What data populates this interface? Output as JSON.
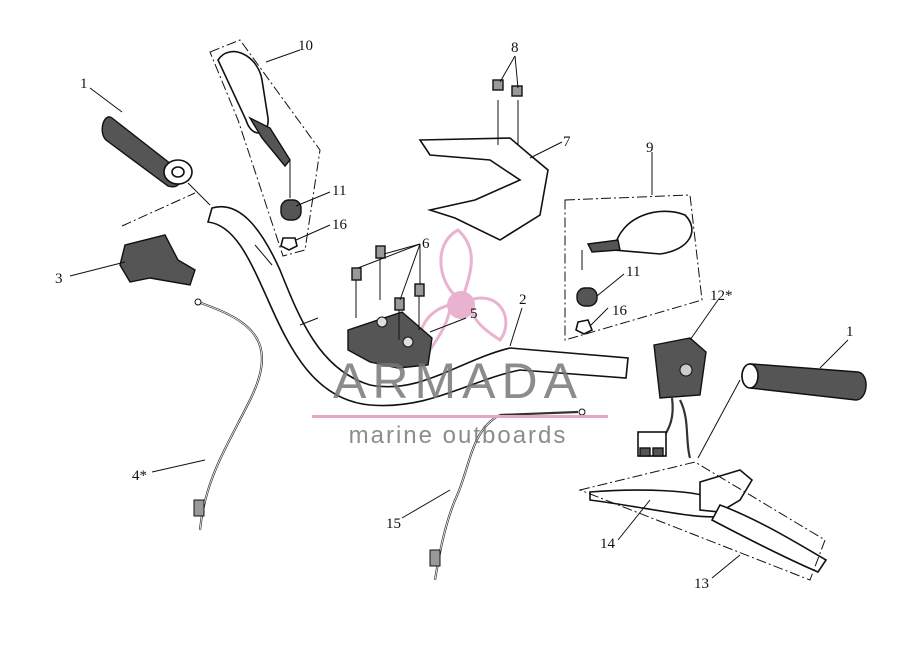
{
  "diagram": {
    "callouts": {
      "c1_left": "1",
      "c1_right": "1",
      "c2": "2",
      "c3": "3",
      "c4": "4*",
      "c5": "5",
      "c6": "6",
      "c7": "7",
      "c8": "8",
      "c9": "9",
      "c10": "10",
      "c11_left": "11",
      "c11_right": "11",
      "c12": "12*",
      "c13": "13",
      "c14": "14",
      "c15": "15",
      "c16_left": "16",
      "c16_right": "16"
    }
  },
  "watermark": {
    "brand": "ARMADA",
    "tagline": "marine outboards",
    "colors": {
      "text": "#787878",
      "accent": "#e6a6c8"
    }
  }
}
